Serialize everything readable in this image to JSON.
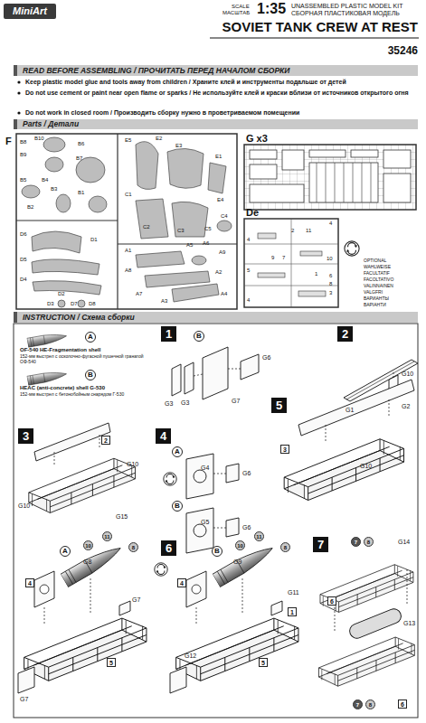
{
  "diagram": {
    "title": "SOVIET TANK CREW AT REST",
    "nodes": [
      {
        "text": [
          "MiniArt"
        ]
      },
      {
        "text": [
          "READ BEFORE ASSEMBLING / ПРОЧИТАТЬ ПЕРЕД НАЧАЛОМ СБОРКИ"
        ]
      },
      {
        "text": [
          "Parts / Детали"
        ]
      },
      {
        "text": [
          "INSTRUCTION / Схема сборки"
        ]
      },
      {
        "text": [
          "A"
        ]
      },
      {
        "text": [
          "B"
        ]
      },
      {
        "text": [
          "1"
        ]
      },
      {
        "text": [
          "B"
        ]
      },
      {
        "text": [
          "2"
        ]
      },
      {
        "text": [
          "3"
        ]
      },
      {
        "text": [
          "2"
        ]
      },
      {
        "text": [
          "4"
        ]
      },
      {
        "text": [
          "A"
        ]
      },
      {
        "text": [
          "B"
        ]
      },
      {
        "text": [
          "5"
        ]
      },
      {
        "text": [
          "3"
        ]
      },
      {
        "text": [
          "6"
        ]
      },
      {
        "text": [
          "A"
        ]
      },
      {
        "text": [
          "10"
        ]
      },
      {
        "text": [
          "11"
        ]
      },
      {
        "text": [
          "8"
        ]
      },
      {
        "text": [
          "4"
        ]
      },
      {
        "text": [
          "5"
        ]
      },
      {
        "text": [
          "B"
        ]
      },
      {
        "text": [
          "10"
        ]
      },
      {
        "text": [
          "11"
        ]
      },
      {
        "text": [
          "8"
        ]
      },
      {
        "text": [
          "4"
        ]
      },
      {
        "text": [
          "1"
        ]
      },
      {
        "text": [
          "5"
        ]
      },
      {
        "text": [
          "7"
        ]
      },
      {
        "text": [
          "7"
        ]
      },
      {
        "text": [
          "8"
        ]
      },
      {
        "text": [
          "6"
        ]
      },
      {
        "text": [
          "7"
        ]
      },
      {
        "text": [
          "8"
        ]
      },
      {
        "text": [
          "6"
        ]
      }
    ],
    "edges": [],
    "labels": [
      "SCALE",
      "МАСШТАБ",
      "1:35",
      "UNASSEMBLED PLASTIC MODEL KIT",
      "СБОРНАЯ ПЛАСТИКОВАЯ МОДЕЛЬ",
      "35246",
      "Keep plastic model glue and tools away from children / Храните клей и инструменты подальше от детей",
      "Do not use cement or paint near open flame or sparks / Не используйте клей и краски вблизи от источников открытого огня",
      "Do not work in closed room / Производить сборку нужно в проветриваемом помещении",
      "F",
      "B8",
      "B10",
      "B6",
      "B9",
      "B7",
      "B5",
      "B4",
      "B3",
      "B2",
      "B1",
      "D6",
      "D1",
      "D5",
      "D4",
      "D2",
      "D3",
      "D7",
      "D8",
      "E5",
      "E2",
      "E3",
      "E1",
      "C1",
      "E4",
      "C4",
      "C2",
      "C3",
      "C5",
      "A1",
      "A5",
      "A6",
      "A9",
      "A8",
      "A2",
      "A7",
      "A3",
      "A4",
      "G x3",
      "De",
      "4",
      "5",
      "4",
      "4",
      "10",
      "6",
      "8",
      "3",
      "2",
      "11",
      "9",
      "7",
      "1",
      "OPTIONAL",
      "WAHLWEISE",
      "FACULTATIF",
      "FACOLTATIVO",
      "VALINNAINEN",
      "VALGFRI",
      "ВАРИАНТЫ",
      "ВАРІАНТИ",
      "OF-540 HE-Fragmentation shell",
      "152-мм выстрел с осколочно-фугасной пушечной гранатой ОФ-540",
      "HEAC (anti-concrete) shell G-530",
      "152-мм выстрел с бетонобойным снарядом Г-530",
      "G6",
      "G3",
      "G3",
      "G7",
      "G1",
      "G10",
      "G10",
      "G10",
      "G15",
      "G4",
      "G6",
      "G5",
      "G6",
      "G2",
      "G10",
      "G8",
      "G7",
      "G7",
      "G9",
      "G11",
      "G12",
      "G14",
      "G13"
    ]
  }
}
